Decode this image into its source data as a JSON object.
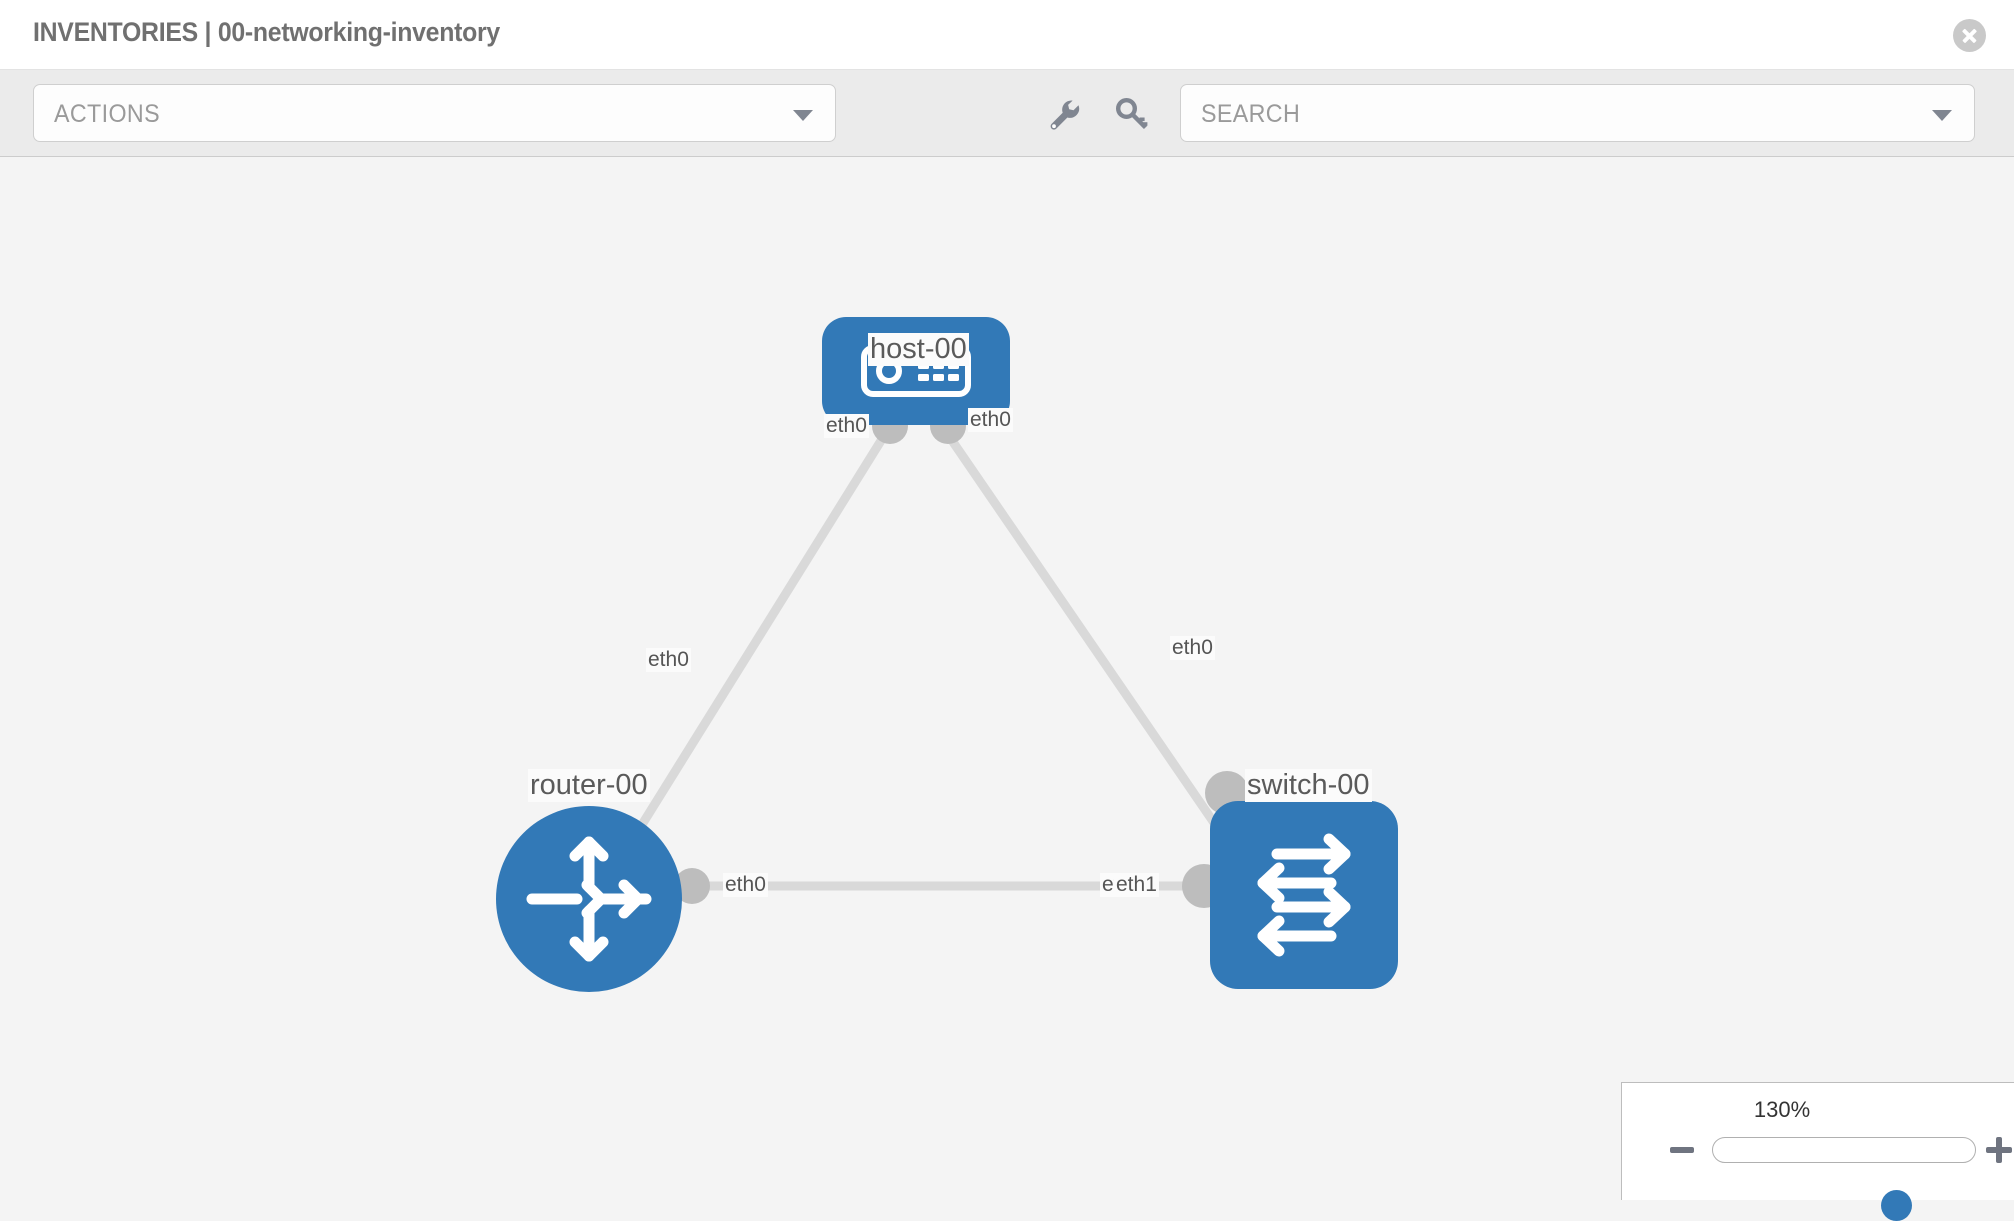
{
  "header": {
    "title": "INVENTORIES | 00-networking-inventory",
    "close_icon": "close-icon"
  },
  "toolbar": {
    "actions": {
      "label": "ACTIONS",
      "caret_icon": "chevron-down-icon"
    },
    "search": {
      "label": "SEARCH",
      "placeholder": "SEARCH",
      "caret_icon": "chevron-down-icon"
    },
    "wrench_icon": "wrench-icon",
    "key_icon": "key-icon"
  },
  "topology": {
    "nodes": [
      {
        "id": "host-00",
        "label": "host-00",
        "type": "host",
        "icon": "server-icon",
        "color": "#3279b7"
      },
      {
        "id": "router-00",
        "label": "router-00",
        "type": "router",
        "icon": "router-arrows-icon",
        "color": "#3279b7"
      },
      {
        "id": "switch-00",
        "label": "switch-00",
        "type": "switch",
        "icon": "switch-arrows-icon",
        "color": "#3279b7"
      }
    ],
    "links": [
      {
        "from": "host-00",
        "to": "router-00",
        "from_interface": "eth0",
        "to_interface": "eth0"
      },
      {
        "from": "host-00",
        "to": "switch-00",
        "from_interface": "eth0",
        "to_interface": "eth0"
      },
      {
        "from": "router-00",
        "to": "switch-00",
        "from_interface": "eth0",
        "to_interface": "eth1",
        "to_interface_overlap": "eth"
      }
    ],
    "link_color": "#d9d9d9",
    "port_color": "#bdbdbd"
  },
  "zoom_control": {
    "level": "130%",
    "minus_label": "minus-icon",
    "plus_label": "plus-icon",
    "slider_position_percent": 67
  }
}
